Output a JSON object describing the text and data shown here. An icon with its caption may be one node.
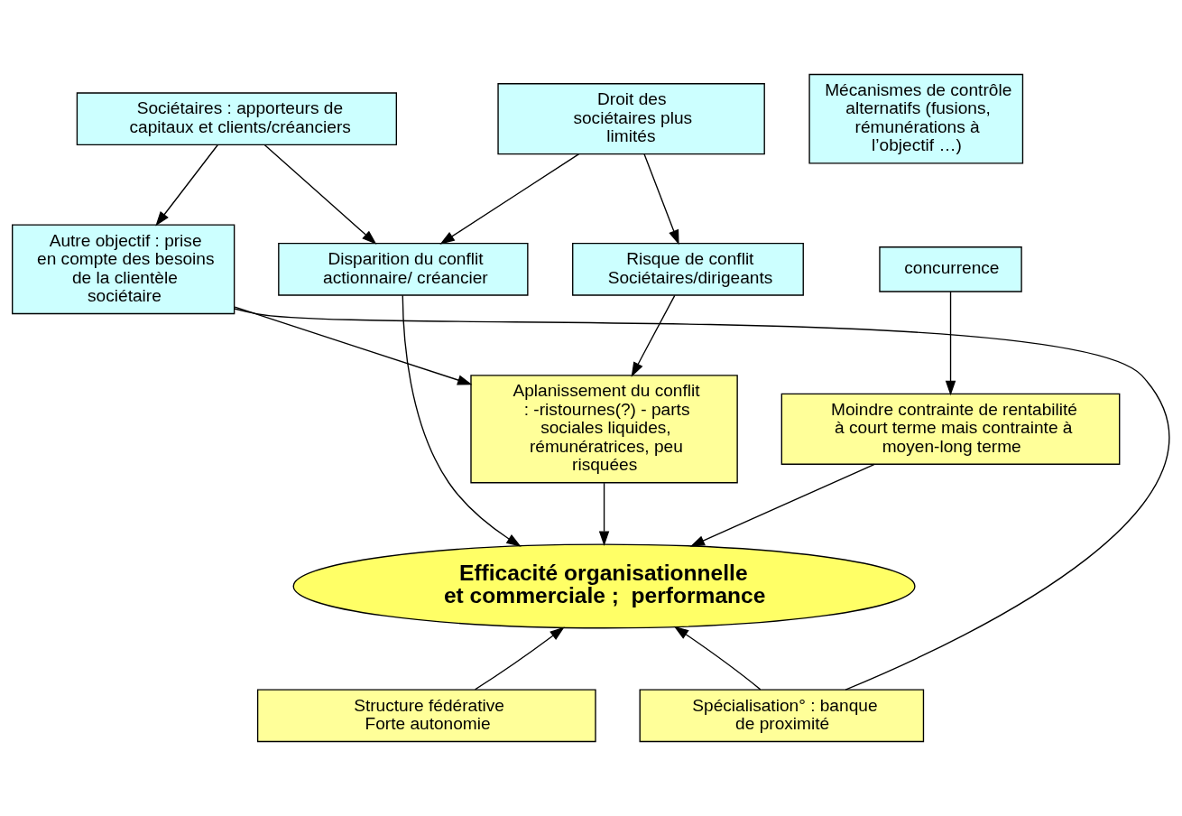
{
  "diagram": {
    "nodes": [
      {
        "text": [
          "Droit des sociétaires plus limités"
        ]
      },
      {
        "text": [
          "Sociétaires : apporteurs de capitaux et clients/créanciers"
        ]
      },
      {
        "text": [
          "Mécanismes de contrôle alternatifs (fusions, rémunérations à l’objectif …)"
        ]
      },
      {
        "text": [
          "Disparition du conflit actionnaire/ créancier"
        ]
      },
      {
        "text": [
          "Risque de conflit Sociétaires/dirigeants"
        ]
      },
      {
        "text": [
          "Autre objectif : prise en compte des besoins de la clientèle sociétaire"
        ]
      },
      {
        "text": [
          "concurrence"
        ]
      },
      {
        "text": [
          "Aplanissement du conflit : -ristournes(?) - parts sociales liquides, rémunératrices, peu risquées"
        ]
      },
      {
        "text": [
          "Moindre contrainte de rentabilité à court terme mais contrainte à moyen-long terme"
        ]
      },
      {
        "text": [
          "Efficacité organisationnelle et commerciale ;  performance"
        ]
      },
      {
        "text": [
          "Structure fédérative Forte autonomie"
        ]
      },
      {
        "text": [
          "Spécialisation° : banque de proximité"
        ]
      }
    ],
    "edges": [
      {
        "from": 0,
        "to": 3,
        "arrow": "to"
      },
      {
        "from": 0,
        "to": 4,
        "arrow": "to"
      },
      {
        "from": 1,
        "to": 3,
        "arrow": "to"
      },
      {
        "from": 1,
        "to": 5,
        "arrow": "to"
      },
      {
        "from": 4,
        "to": 7,
        "arrow": "to"
      },
      {
        "from": 5,
        "to": 7,
        "arrow": "to"
      },
      {
        "from": 6,
        "to": 8,
        "arrow": "to"
      },
      {
        "from": 5,
        "to": 11,
        "arrow": "none"
      },
      {
        "from": 3,
        "to": 9,
        "arrow": "to"
      },
      {
        "from": 7,
        "to": 9,
        "arrow": "to"
      },
      {
        "from": 8,
        "to": 9,
        "arrow": "to"
      },
      {
        "from": 10,
        "to": 9,
        "arrow": "to"
      },
      {
        "from": 11,
        "to": 9,
        "arrow": "to"
      }
    ]
  }
}
